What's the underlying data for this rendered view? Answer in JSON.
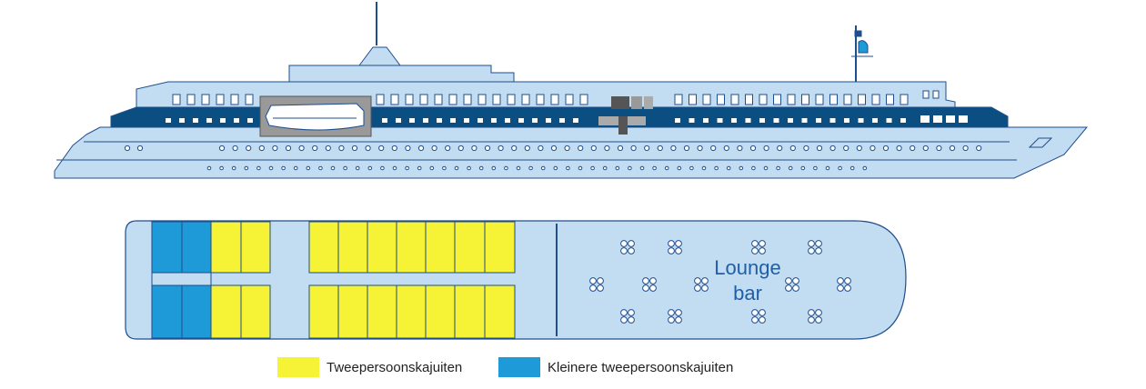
{
  "colors": {
    "hull": "#c2dcf2",
    "outline": "#1f4e8c",
    "dark_band": "#0b4e82",
    "yellow_cabin": "#f6f236",
    "blue_cabin": "#1d9ad7",
    "grey": "#999999",
    "lounge_text": "#1f5fa8"
  },
  "deck_plan": {
    "lounge_label_line1": "Lounge",
    "lounge_label_line2": "bar",
    "table_icon": "four-seat-table-icon"
  },
  "legend": [
    {
      "label": "Tweepersoonskajuiten",
      "color": "#f6f236"
    },
    {
      "label": "Kleinere tweepersoonskajuiten",
      "color": "#1d9ad7"
    }
  ]
}
